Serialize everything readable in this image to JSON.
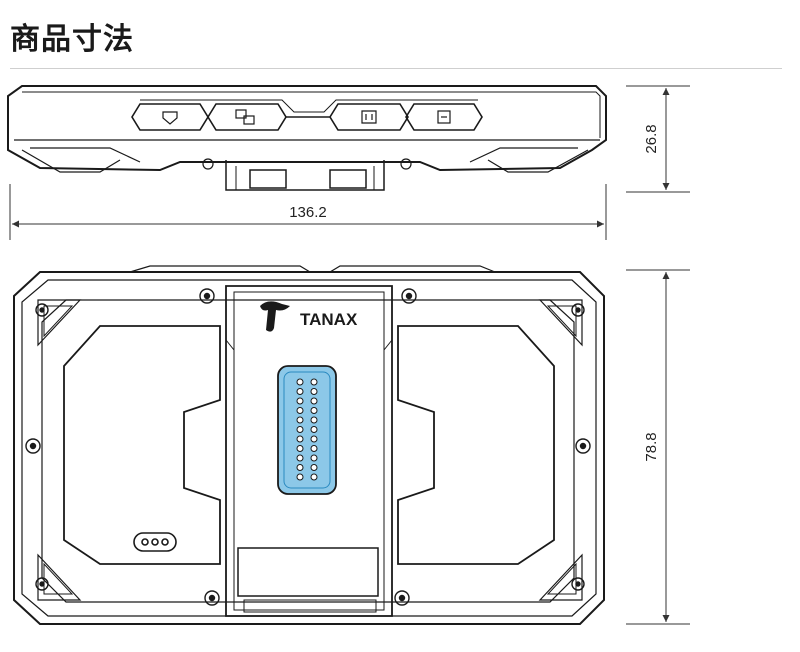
{
  "header": {
    "title": "商品寸法"
  },
  "dimensions": {
    "width": "136.2",
    "depth": "26.8",
    "height": "78.8"
  },
  "brand": {
    "logo_text": "TANAX"
  },
  "colors": {
    "line": "#1a1a1a",
    "connector_fill": "#8cc8e8",
    "connector_stroke": "#2a8ac0",
    "dim_line": "#333333"
  }
}
